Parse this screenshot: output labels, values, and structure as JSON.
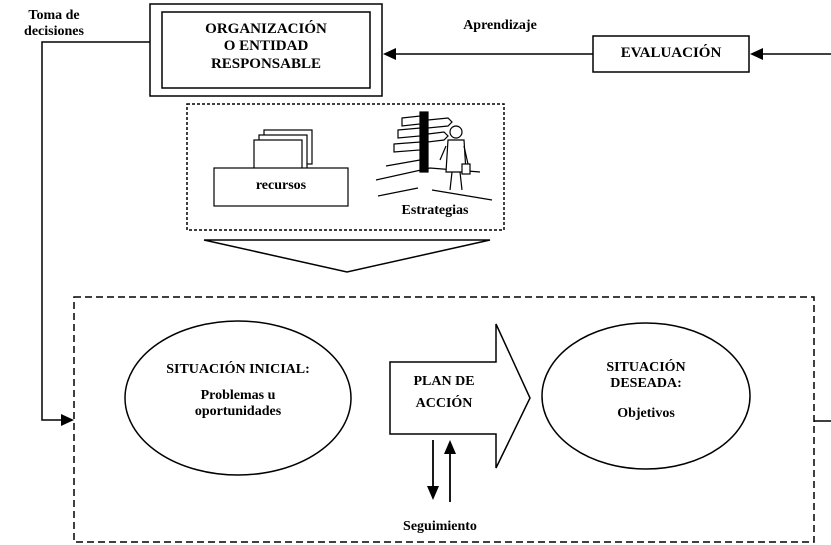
{
  "labels": {
    "toma_decisiones_1": "Toma de",
    "toma_decisiones_2": "decisiones",
    "aprendizaje": "Aprendizaje",
    "organizacion_1": "ORGANIZACIÓN",
    "organizacion_2": "O ENTIDAD",
    "organizacion_3": "RESPONSABLE",
    "evaluacion": "EVALUACIÓN",
    "recursos": "recursos",
    "estrategias": "Estrategias",
    "situacion_inicial_title": "SITUACIÓN INICIAL:",
    "situacion_inicial_sub_1": "Problemas u",
    "situacion_inicial_sub_2": "oportunidades",
    "plan_1": "PLAN DE",
    "plan_2": "ACCIÓN",
    "situacion_deseada_1": "SITUACIÓN",
    "situacion_deseada_2": "DESEADA:",
    "objetivos": "Objetivos",
    "seguimiento": "Seguimiento"
  }
}
